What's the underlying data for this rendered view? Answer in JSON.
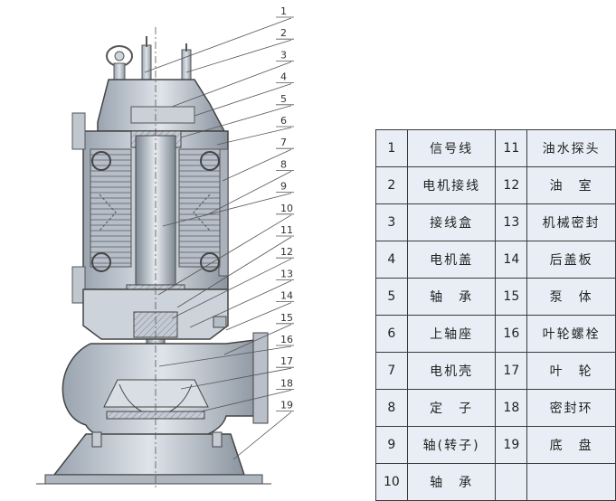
{
  "figure": {
    "leader_numbers": [
      "1",
      "2",
      "3",
      "4",
      "5",
      "6",
      "7",
      "8",
      "9",
      "10",
      "11",
      "12",
      "13",
      "14",
      "15",
      "16",
      "17",
      "18",
      "19"
    ]
  },
  "legend": {
    "rows": [
      {
        "left_no": "1",
        "left_name": "信号线",
        "right_no": "11",
        "right_name": "油水探头"
      },
      {
        "left_no": "2",
        "left_name": "电机接线",
        "right_no": "12",
        "right_name": "油　室"
      },
      {
        "left_no": "3",
        "left_name": "接线盒",
        "right_no": "13",
        "right_name": "机械密封"
      },
      {
        "left_no": "4",
        "left_name": "电机盖",
        "right_no": "14",
        "right_name": "后盖板"
      },
      {
        "left_no": "5",
        "left_name": "轴　承",
        "right_no": "15",
        "right_name": "泵　体"
      },
      {
        "left_no": "6",
        "left_name": "上轴座",
        "right_no": "16",
        "right_name": "叶轮螺栓"
      },
      {
        "left_no": "7",
        "left_name": "电机壳",
        "right_no": "17",
        "right_name": "叶　轮"
      },
      {
        "left_no": "8",
        "left_name": "定　子",
        "right_no": "18",
        "right_name": "密封环"
      },
      {
        "left_no": "9",
        "left_name": "轴(转子)",
        "right_no": "19",
        "right_name": "底　盘"
      },
      {
        "left_no": "10",
        "left_name": "轴　承",
        "right_no": "",
        "right_name": ""
      }
    ]
  }
}
